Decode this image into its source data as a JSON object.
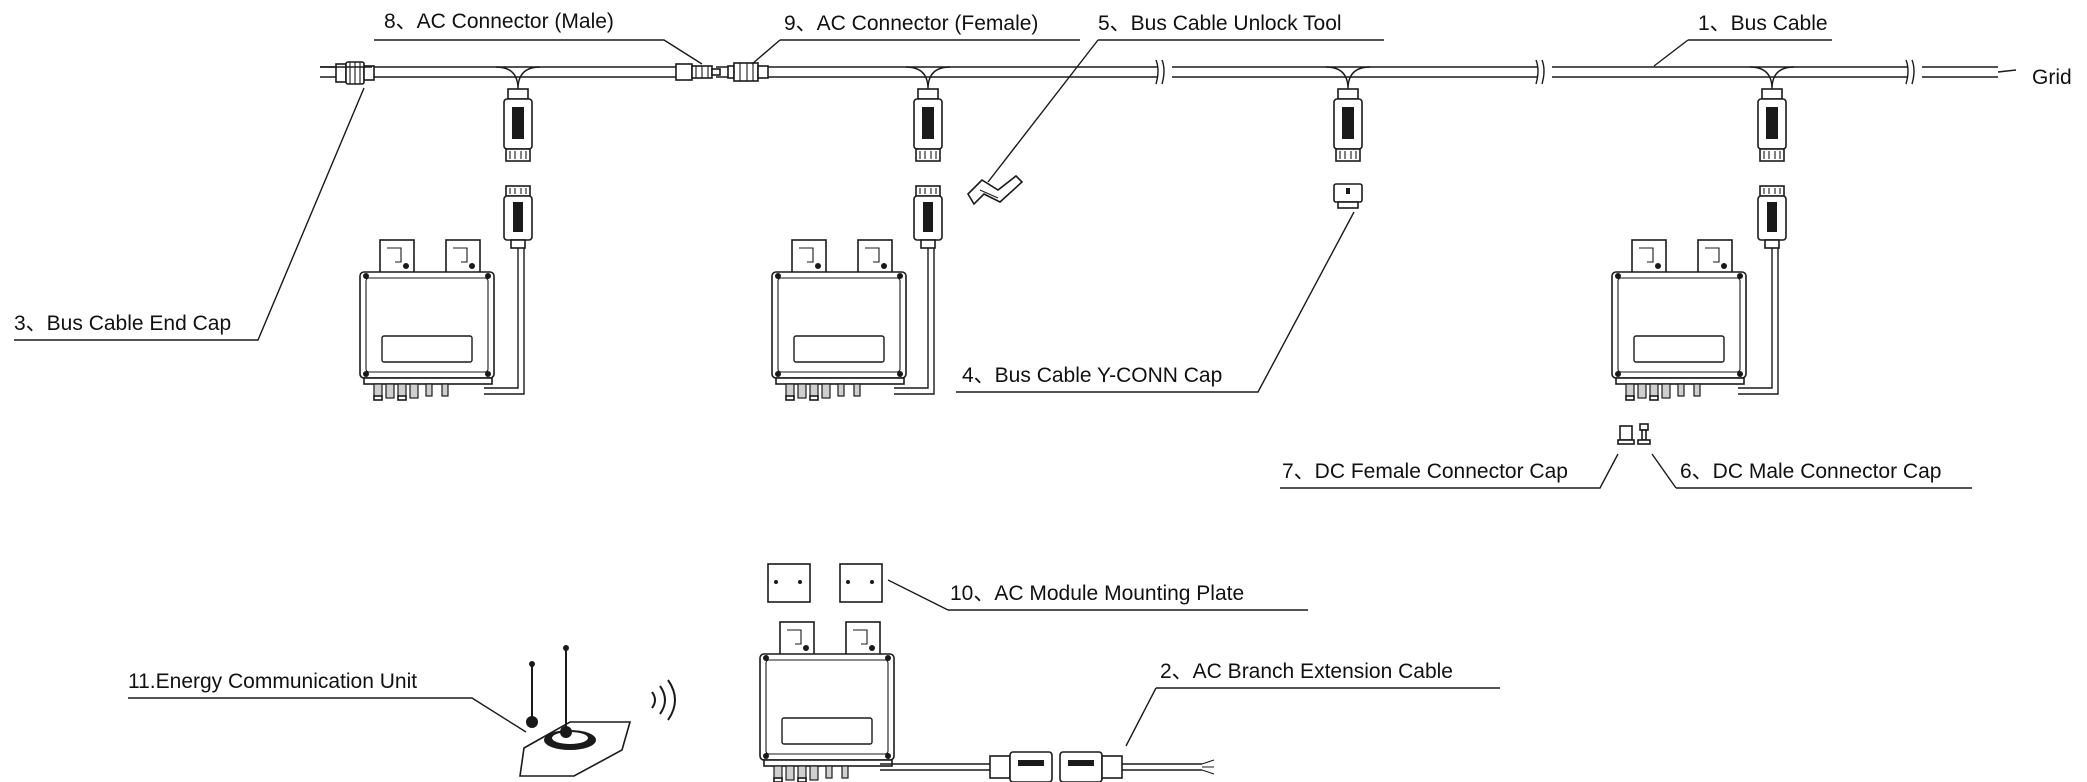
{
  "labels": {
    "bus_cable": "1、Bus Cable",
    "ac_branch_extension_cable": "2、AC Branch Extension Cable",
    "bus_cable_end_cap": "3、Bus Cable End Cap",
    "bus_cable_yconn_cap": "4、Bus Cable Y-CONN Cap",
    "bus_cable_unlock_tool": "5、Bus Cable Unlock Tool",
    "dc_male_connector_cap": "6、DC Male Connector Cap",
    "dc_female_connector_cap": "7、DC Female Connector Cap",
    "ac_connector_male": "8、AC Connector (Male)",
    "ac_connector_female": "9、AC Connector (Female)",
    "ac_module_mounting_plate": "10、AC Module Mounting Plate",
    "energy_communication_unit": "11.Energy Communication Unit",
    "grid": "Grid"
  },
  "icons": {
    "wireless_signal": "wireless-signal-icon"
  }
}
